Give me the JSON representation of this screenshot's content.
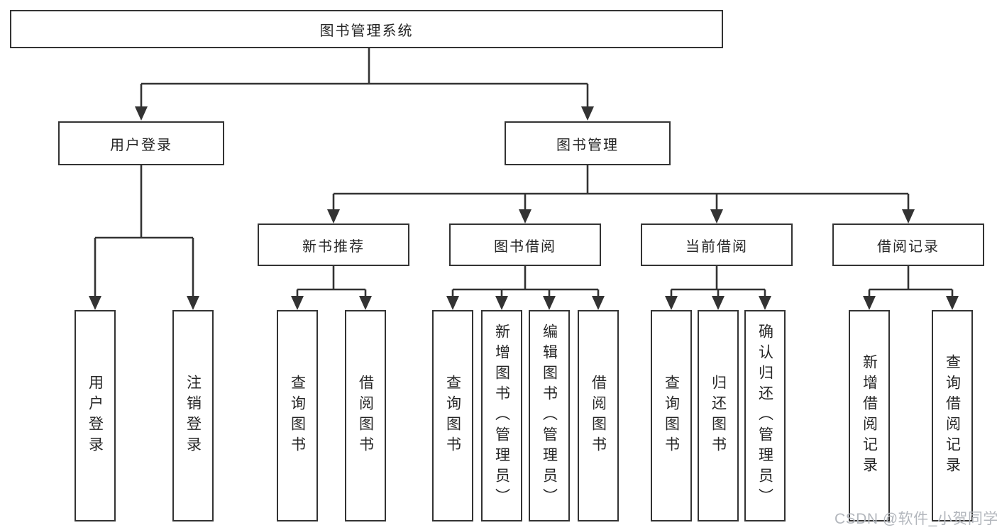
{
  "diagram_type": "hierarchy-tree",
  "tree": {
    "label": "图书管理系统",
    "children": [
      {
        "label": "用户登录",
        "children": [
          {
            "label": "用户登录"
          },
          {
            "label": "注销登录"
          }
        ]
      },
      {
        "label": "图书管理",
        "children": [
          {
            "label": "新书推荐",
            "children": [
              {
                "label": "查询图书"
              },
              {
                "label": "借阅图书"
              }
            ]
          },
          {
            "label": "图书借阅",
            "children": [
              {
                "label": "查询图书"
              },
              {
                "label": "新增图书（管理员）"
              },
              {
                "label": "编辑图书（管理员）"
              },
              {
                "label": "借阅图书"
              }
            ]
          },
          {
            "label": "当前借阅",
            "children": [
              {
                "label": "查询图书"
              },
              {
                "label": "归还图书"
              },
              {
                "label": "确认归还（管理员）"
              }
            ]
          },
          {
            "label": "借阅记录",
            "children": [
              {
                "label": "新增借阅记录"
              },
              {
                "label": "查询借阅记录"
              }
            ]
          }
        ]
      }
    ]
  },
  "watermark": {
    "text": "CSDN @软件_小贺同学"
  },
  "colors": {
    "line": "#333333",
    "text": "#262626",
    "watermark": "#b3b7bd",
    "background": "#ffffff"
  }
}
